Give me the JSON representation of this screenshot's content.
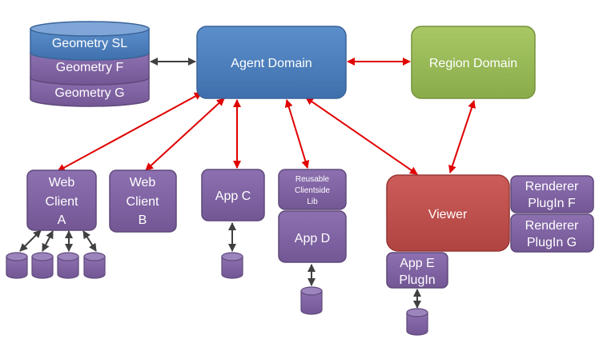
{
  "colors": {
    "agent": "#4f81bd",
    "agent_stroke": "#3a649a",
    "region": "#9bbb59",
    "region_stroke": "#76923c",
    "viewer": "#c0504d",
    "viewer_stroke": "#953735",
    "purple": "#8064a2",
    "purple_stroke": "#5f497a",
    "red_arrow": "#e00000",
    "gray_arrow": "#404040"
  },
  "geometry_stack": {
    "top": "Geometry SL",
    "middle": "Geometry F",
    "bottom": "Geometry G"
  },
  "agent_domain": "Agent Domain",
  "region_domain": "Region Domain",
  "viewer": "Viewer",
  "web_client_a": {
    "line1": "Web",
    "line2": "Client",
    "line3": "A"
  },
  "web_client_b": {
    "line1": "Web",
    "line2": "Client",
    "line3": "B"
  },
  "app_c": "App C",
  "reusable_lib": {
    "line1": "Reusable",
    "line2": "Clientside",
    "line3": "Lib"
  },
  "app_d": "App D",
  "app_e": {
    "line1": "App E",
    "line2": "PlugIn"
  },
  "renderer_f": {
    "line1": "Renderer",
    "line2": "PlugIn F"
  },
  "renderer_g": {
    "line1": "Renderer",
    "line2": "PlugIn G"
  }
}
